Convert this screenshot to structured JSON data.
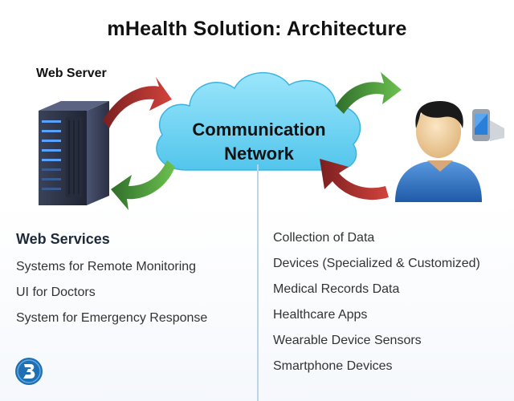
{
  "title": "mHealth Solution: Architecture",
  "web_server_label": "Web Server",
  "cloud": {
    "line1": "Communication",
    "line2": "Network"
  },
  "left": {
    "heading": "Web Services",
    "items": [
      "Systems for Remote Monitoring",
      "UI for Doctors",
      "System for Emergency Response"
    ]
  },
  "right": {
    "items": [
      "Collection of Data",
      "Devices (Specialized & Customized)",
      "Medical Records Data",
      "Healthcare Apps",
      "Wearable Device Sensors",
      "Smartphone Devices"
    ]
  },
  "icons": {
    "server": "server-icon",
    "user": "user-icon",
    "phone": "smartphone-icon",
    "logo": "brand-logo-icon"
  },
  "colors": {
    "cloud": "#6fd3f3",
    "arrow_red": "#b8312f",
    "arrow_green": "#4a9e3a",
    "server": "#2d3447",
    "user_shirt": "#3b7cc9",
    "divider": "#bcd4e8",
    "logo": "#1f6fb2"
  }
}
